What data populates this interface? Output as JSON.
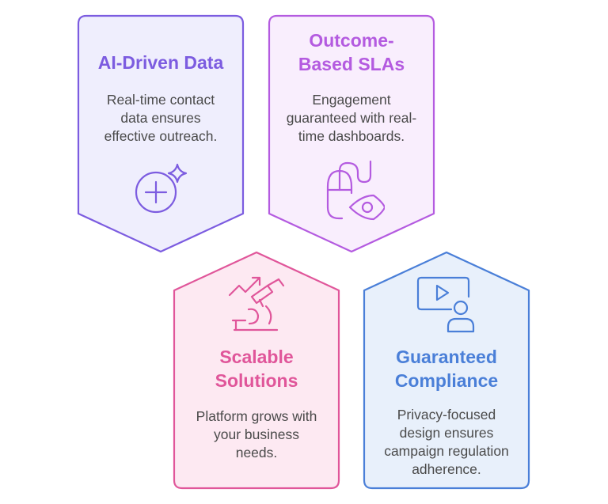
{
  "cards": [
    {
      "title": "AI-Driven Data",
      "description": "Real-time contact\ndata ensures\neffective outreach.",
      "icon": "sparkle-plus-icon",
      "color": "#7c5ce0",
      "fill": "#efeefd"
    },
    {
      "title": "Outcome-\nBased SLAs",
      "description": "Engagement\nguaranteed with real-\ntime dashboards.",
      "icon": "mouse-eye-icon",
      "color": "#b45be0",
      "fill": "#f9eefd"
    },
    {
      "title": "Scalable\nSolutions",
      "description": "Platform grows with\nyour business\nneeds.",
      "icon": "microscope-growth-icon",
      "color": "#e0569a",
      "fill": "#fde9f2"
    },
    {
      "title": "Guaranteed\nCompliance",
      "description": "Privacy-focused\ndesign ensures\ncampaign regulation\nadherence.",
      "icon": "video-user-icon",
      "color": "#4a7fd8",
      "fill": "#e8f0fb"
    }
  ]
}
